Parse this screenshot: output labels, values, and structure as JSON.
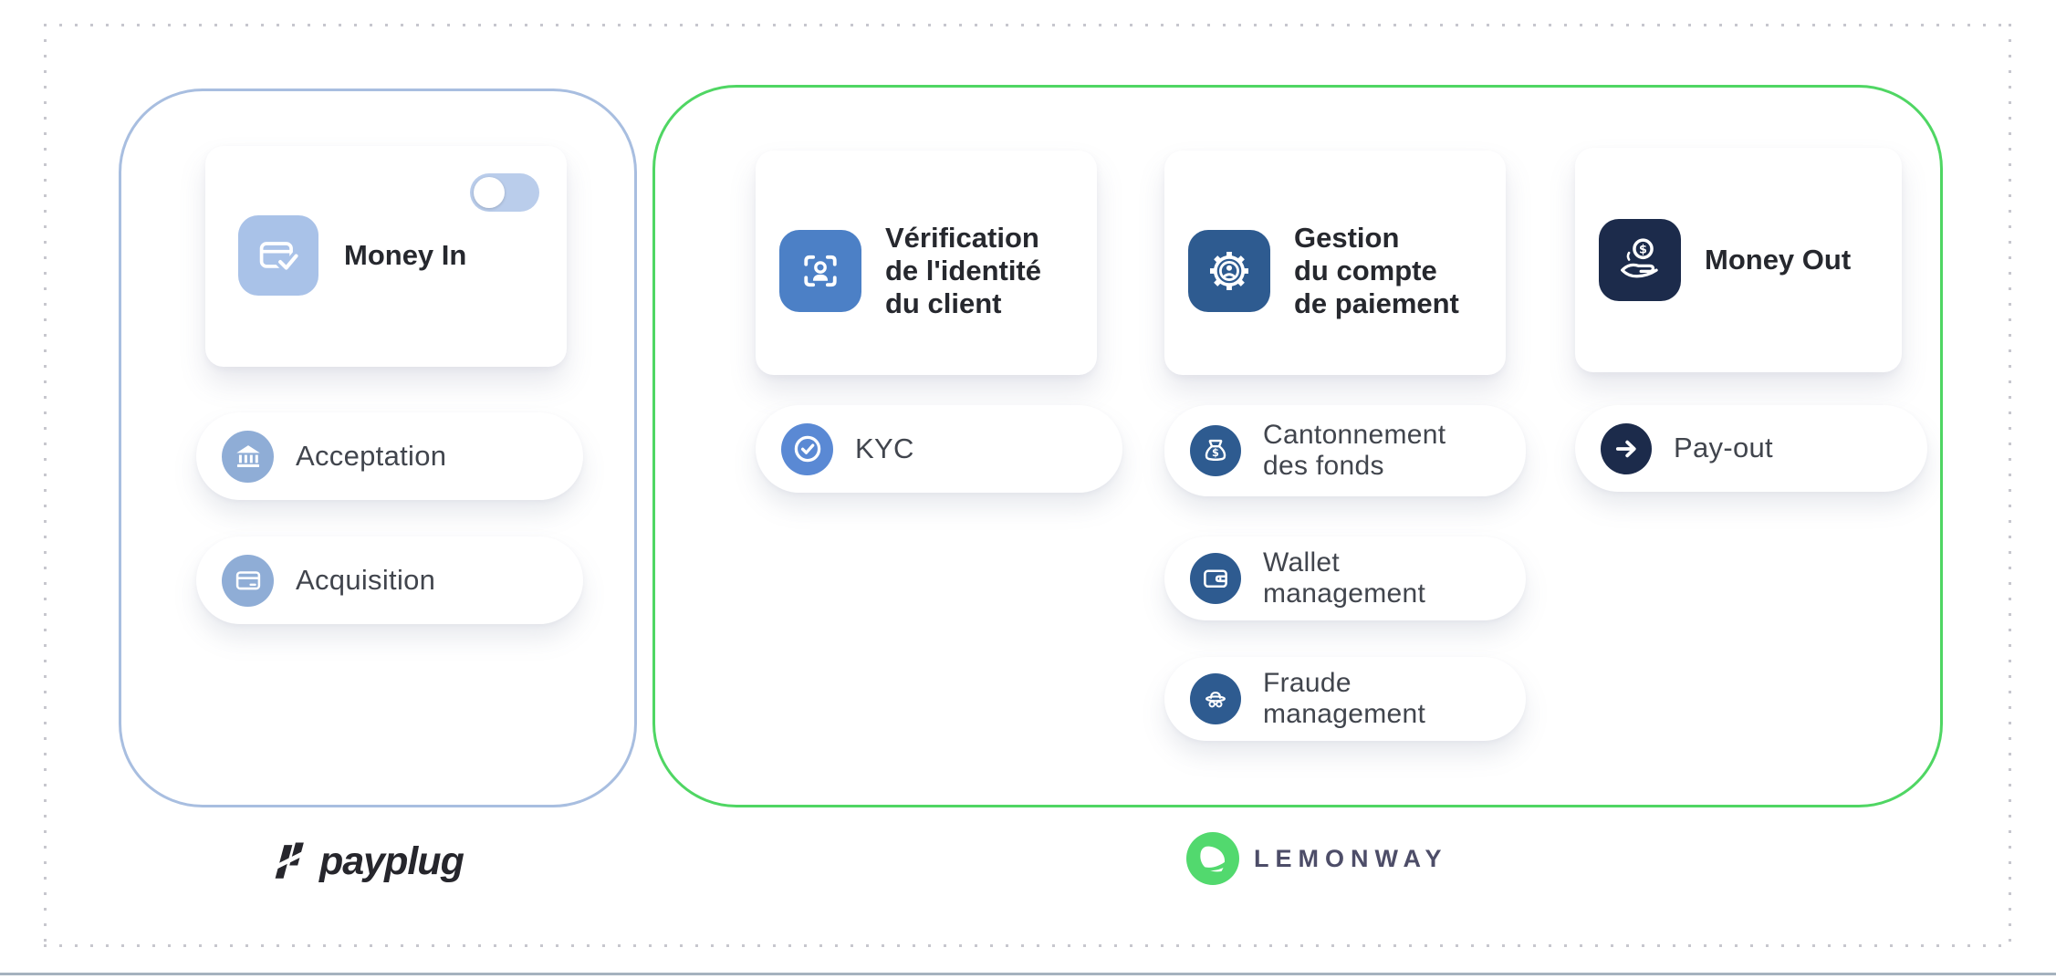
{
  "payplug_section": {
    "brand": "payplug",
    "money_in": {
      "title": "Money In",
      "toggle_state": "off"
    },
    "pills": [
      {
        "label": "Acceptation"
      },
      {
        "label": "Acquisition"
      }
    ]
  },
  "lemonway_section": {
    "brand": "LEMONWAY",
    "verification": {
      "lines": [
        "Vérification",
        "de l'identité",
        "du client"
      ]
    },
    "kyc": {
      "label": "KYC"
    },
    "gestion": {
      "lines": [
        "Gestion",
        "du compte",
        "de paiement"
      ]
    },
    "gestion_pills": [
      {
        "lines": [
          "Cantonnement",
          "des fonds"
        ]
      },
      {
        "lines": [
          "Wallet",
          "management"
        ]
      },
      {
        "lines": [
          "Fraude",
          "management"
        ]
      }
    ],
    "money_out": {
      "title": "Money Out"
    },
    "payout": {
      "label": "Pay-out"
    }
  },
  "icons": {
    "dollar": "$"
  },
  "colors": {
    "payplug_panel_border": "#a8bee0",
    "lemonway_panel_border": "#4fd663",
    "light_blue_tile": "#a9c2e8",
    "light_blue_circle": "#8fadd6",
    "mid_blue_tile": "#4c80c6",
    "mid_blue_circle": "#5a89d4",
    "steel_blue": "#2e5b90",
    "navy": "#1c2b4b",
    "toggle_track": "#bacdeb",
    "lemonway_green": "#52d96e",
    "title_text": "#26282e",
    "pill_text": "#41454d"
  }
}
